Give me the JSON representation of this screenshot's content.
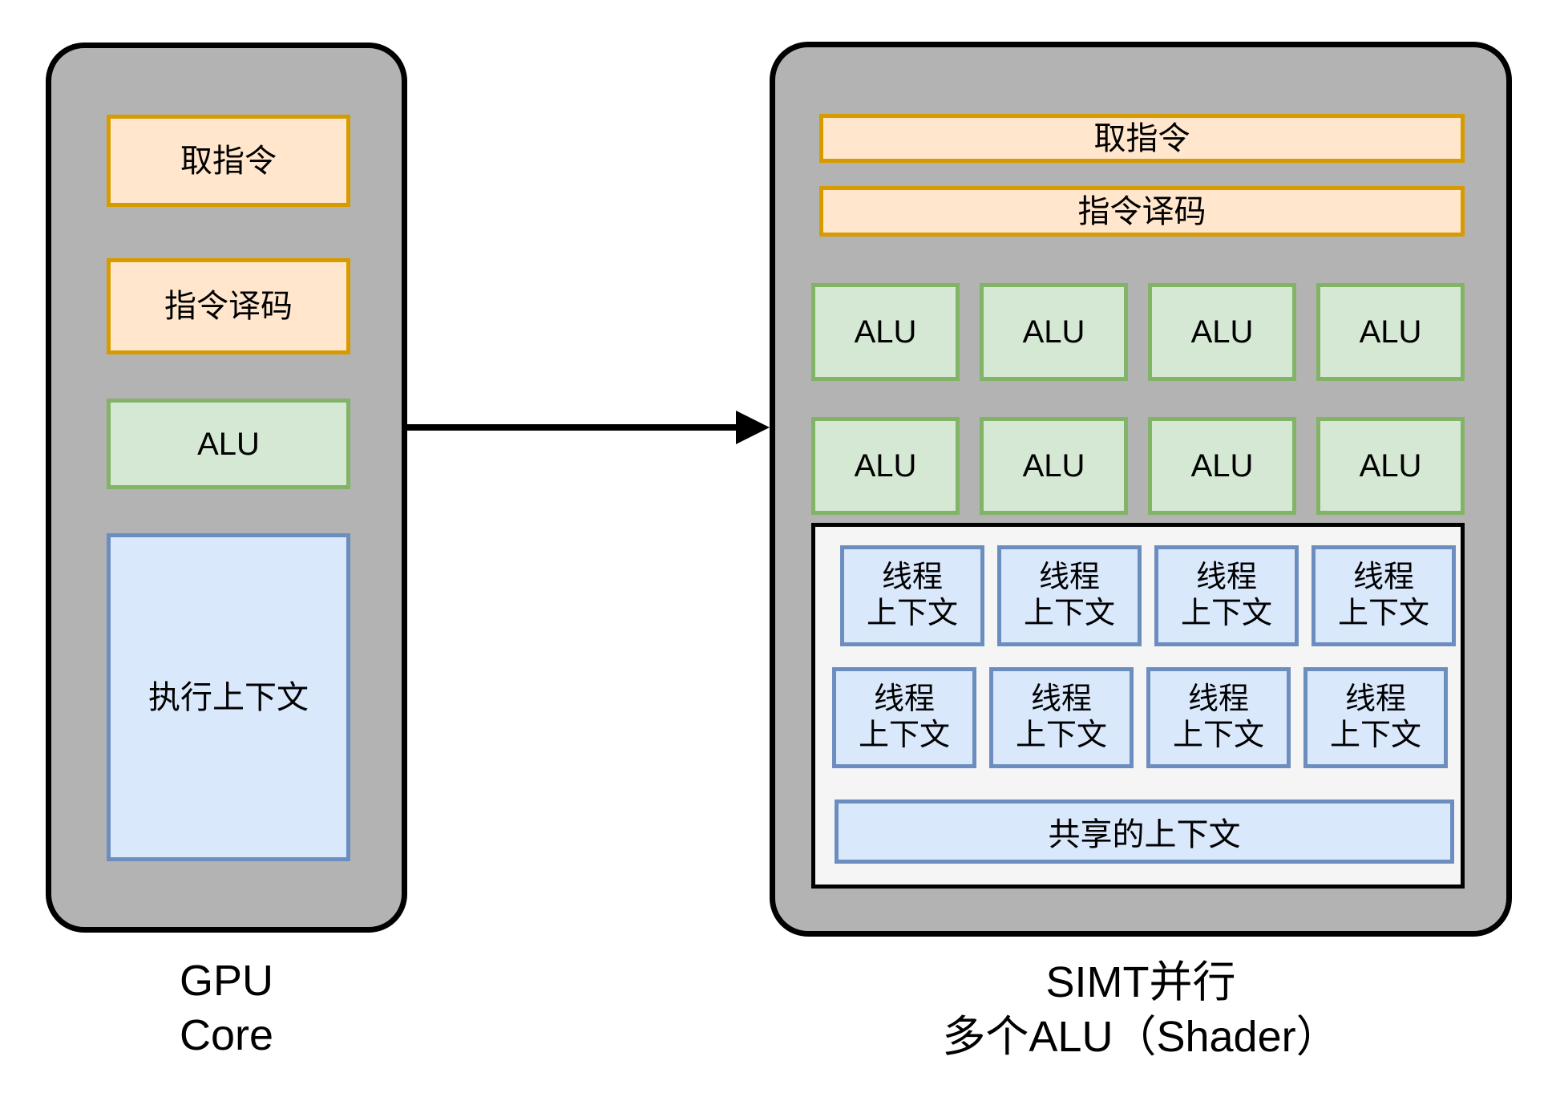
{
  "left_panel": {
    "boxes": {
      "fetch": {
        "label": "取指令"
      },
      "decode": {
        "label": "指令译码"
      },
      "alu": {
        "label": "ALU"
      },
      "exec": {
        "label": "执行上下文"
      }
    },
    "caption_line1": "GPU",
    "caption_line2": "Core"
  },
  "right_panel": {
    "fetch_label": "取指令",
    "decode_label": "指令译码",
    "alus": [
      "ALU",
      "ALU",
      "ALU",
      "ALU",
      "ALU",
      "ALU",
      "ALU",
      "ALU"
    ],
    "thread_contexts": [
      {
        "line1": "线程",
        "line2": "上下文"
      },
      {
        "line1": "线程",
        "line2": "上下文"
      },
      {
        "line1": "线程",
        "line2": "上下文"
      },
      {
        "line1": "线程",
        "line2": "上下文"
      },
      {
        "line1": "线程",
        "line2": "上下文"
      },
      {
        "line1": "线程",
        "line2": "上下文"
      },
      {
        "line1": "线程",
        "line2": "上下文"
      },
      {
        "line1": "线程",
        "line2": "上下文"
      }
    ],
    "shared_context_label": "共享的上下文",
    "caption_line1": "SIMT并行",
    "caption_line2": "多个ALU（Shader）"
  },
  "colors": {
    "container_fill": "#b3b3b3",
    "container_border": "#000000",
    "orange_fill": "#ffe6cc",
    "orange_border": "#d79b00",
    "green_fill": "#d5e8d4",
    "green_border": "#82b366",
    "blue_fill": "#dae8fc",
    "blue_border": "#6c8ebf",
    "pool_fill": "#f5f5f5",
    "arrow_color": "#000000",
    "text_color": "#000000"
  }
}
